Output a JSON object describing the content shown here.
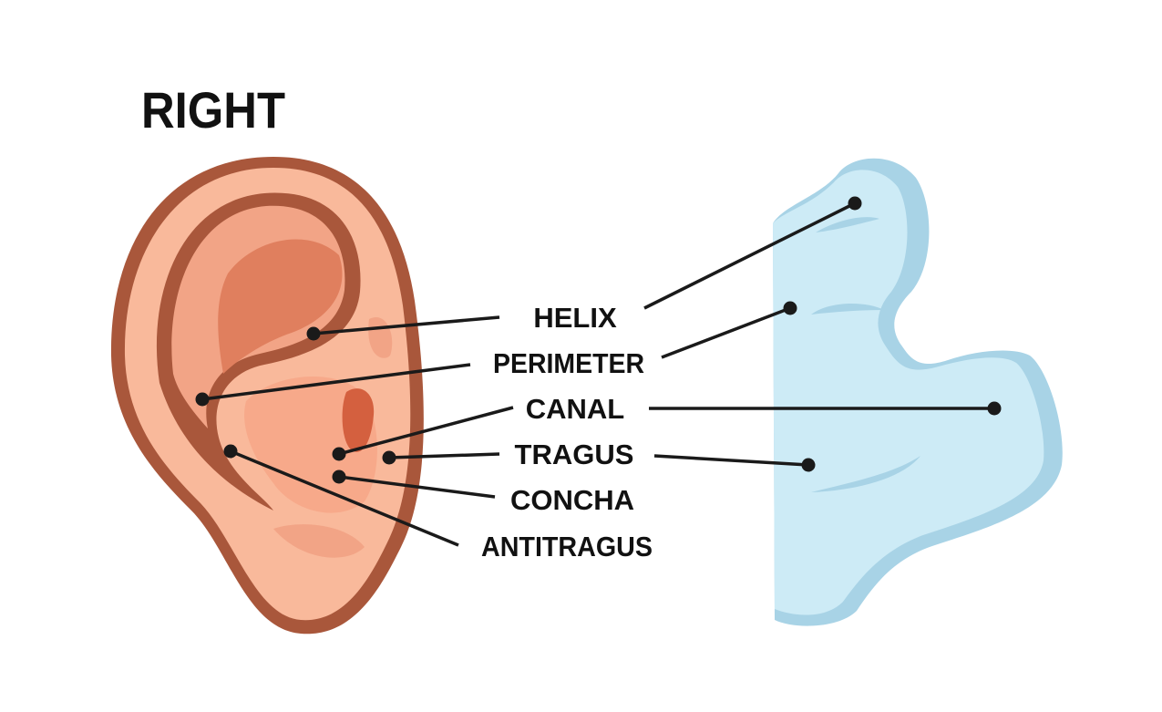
{
  "title": "RIGHT",
  "labels": {
    "helix": "HELIX",
    "perimeter": "PERIMETER",
    "canal": "CANAL",
    "tragus": "TRAGUS",
    "concha": "CONCHA",
    "antitragus": "ANTITRAGUS"
  },
  "colors": {
    "ear_outline": "#a9573b",
    "ear_skin": "#f9b99b",
    "ear_inner": "#e07f5e",
    "mold_light": "#cdebf6",
    "mold_dark": "#a8d3e6",
    "leader": "#1a1a1a"
  }
}
